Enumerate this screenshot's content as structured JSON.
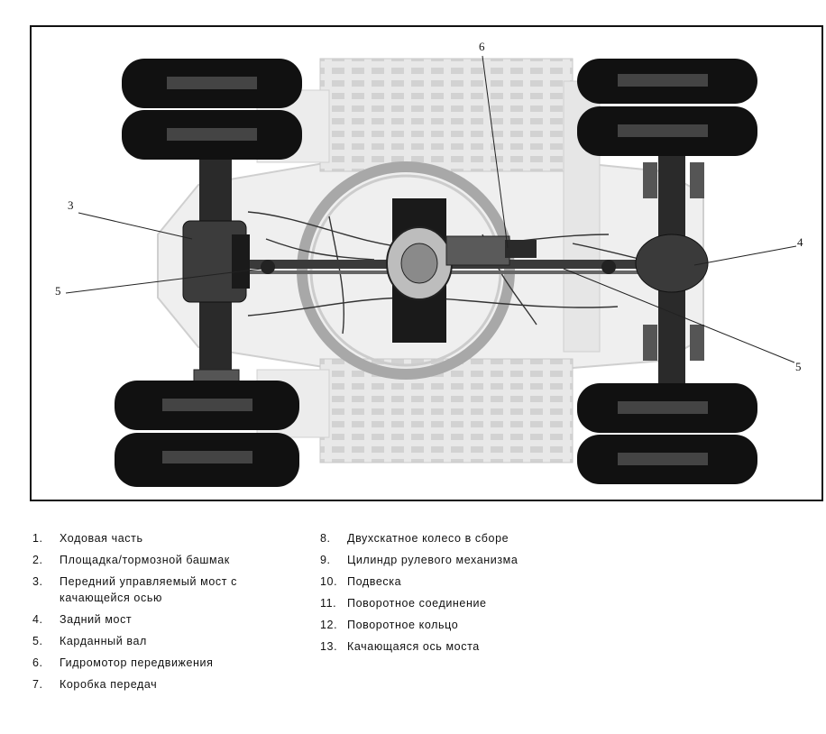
{
  "callouts": {
    "c6": "6",
    "c3": "3",
    "c5a": "5",
    "c4": "4",
    "c5b": "5"
  },
  "legend": {
    "left": [
      {
        "num": "1.",
        "text": "Ходовая часть"
      },
      {
        "num": "2.",
        "text": "Площадка/тормозной башмак"
      },
      {
        "num": "3.",
        "text": "Передний управляемый мост с качающейся осью"
      },
      {
        "num": "4.",
        "text": "Задний мост"
      },
      {
        "num": "5.",
        "text": "Карданный вал"
      },
      {
        "num": "6.",
        "text": "Гидромотор передвижения"
      },
      {
        "num": "7.",
        "text": "Коробка передач"
      }
    ],
    "right": [
      {
        "num": "8.",
        "text": "Двухскатное колесо в сборе"
      },
      {
        "num": "9.",
        "text": "Цилиндр рулевого механизма"
      },
      {
        "num": "10.",
        "text": "Подвеска"
      },
      {
        "num": "11.",
        "text": "Поворотное соединение"
      },
      {
        "num": "12.",
        "text": "Поворотное кольцо"
      },
      {
        "num": "13.",
        "text": "Качающаяся ось моста"
      }
    ]
  }
}
